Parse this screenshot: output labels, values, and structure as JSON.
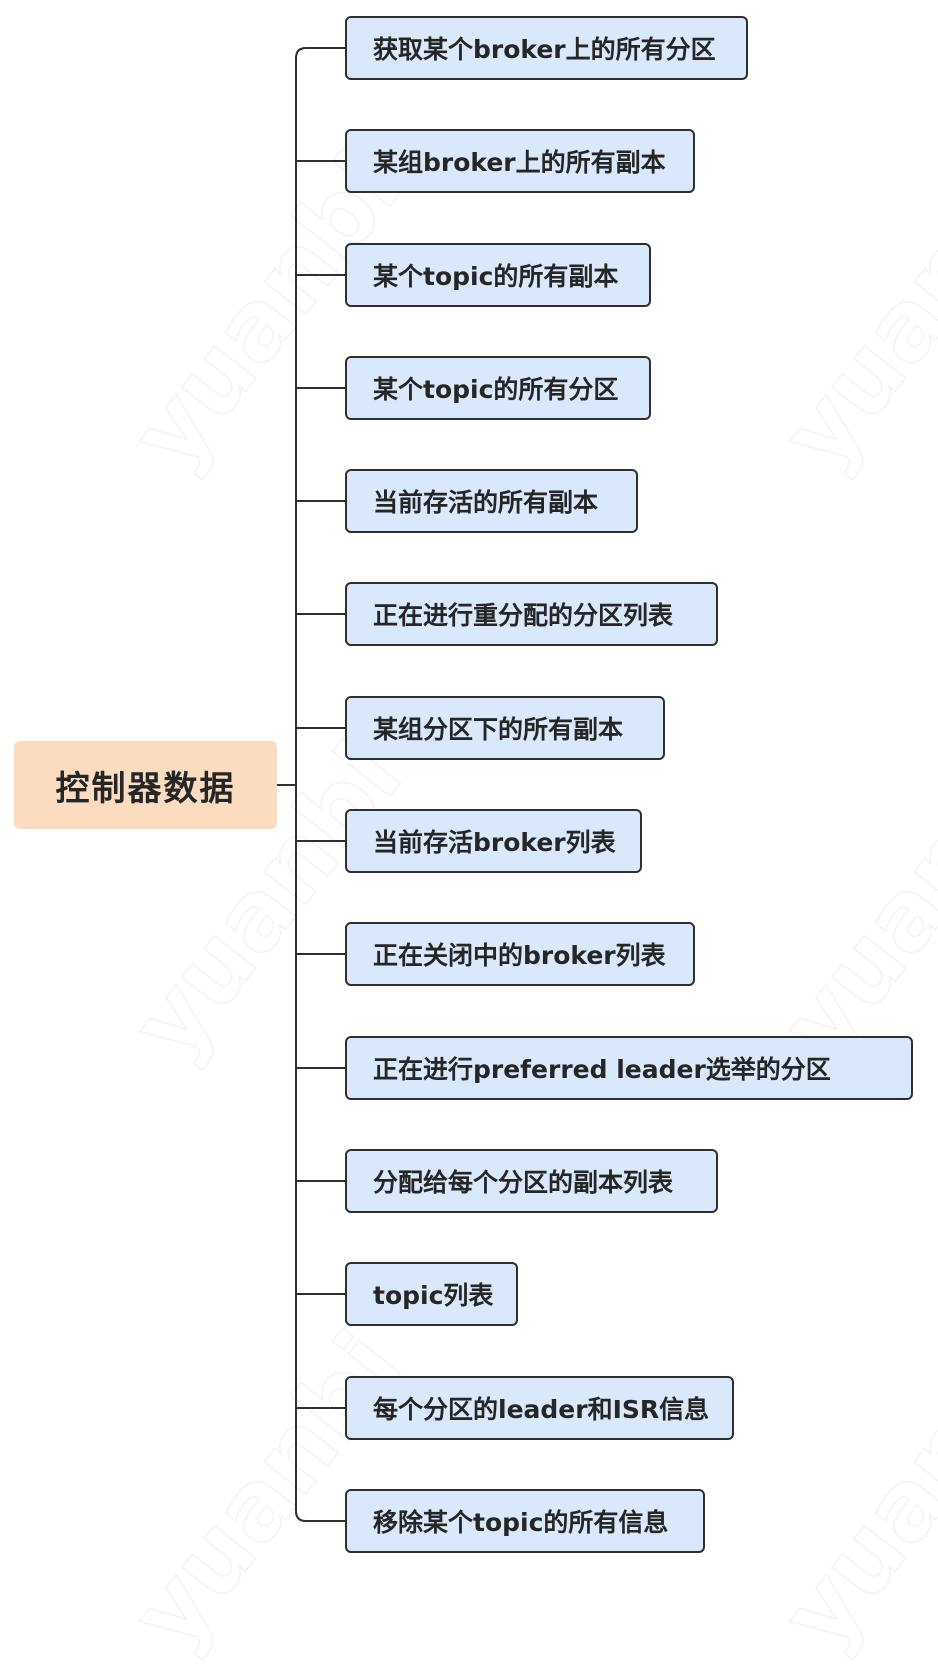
{
  "diagram": {
    "root": {
      "label": "控制器数据"
    },
    "children": [
      {
        "label": "获取某个broker上的所有分区"
      },
      {
        "label": "某组broker上的所有副本"
      },
      {
        "label": "某个topic的所有副本"
      },
      {
        "label": "某个topic的所有分区"
      },
      {
        "label": "当前存活的所有副本"
      },
      {
        "label": "正在进行重分配的分区列表"
      },
      {
        "label": "某组分区下的所有副本"
      },
      {
        "label": "当前存活broker列表"
      },
      {
        "label": "正在关闭中的broker列表"
      },
      {
        "label": "正在进行preferred leader选举的分区"
      },
      {
        "label": "分配给每个分区的副本列表"
      },
      {
        "label": "topic列表"
      },
      {
        "label": "每个分区的leader和ISR信息"
      },
      {
        "label": "移除某个topic的所有信息"
      }
    ]
  },
  "watermark": {
    "text": "yuanbi"
  },
  "colors": {
    "root_fill": "#fcdcc1",
    "node_fill": "#dae8fc",
    "node_border": "#2f2f2f",
    "connector": "#2f2f2f"
  }
}
